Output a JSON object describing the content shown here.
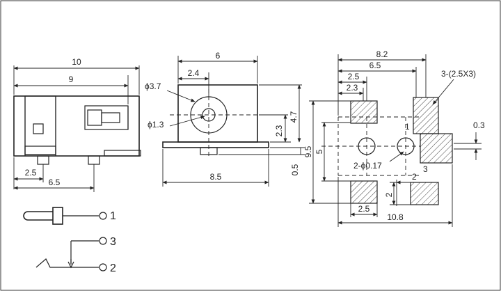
{
  "left_view": {
    "dim_total": "10",
    "dim_body": "9",
    "dim_pin_a": "2.5",
    "dim_pin_b": "6.5"
  },
  "front_view": {
    "dim_width": "6",
    "dim_offset": "2.4",
    "hole_outer": "ϕ3.7",
    "hole_inner": "ϕ1.3",
    "dim_center_h": "2.3",
    "dim_height": "4.7",
    "dim_pin": "0.5",
    "dim_base": "8.5"
  },
  "footprint": {
    "dim_outer_w": "8.2",
    "dim_mid_w": "6.5",
    "dim_pad_a": "2.5",
    "dim_pad_b": "2.3",
    "pads_label": "3-(2.5X3)",
    "pin_1": "1",
    "pin_3": "3",
    "dim_0_3": "0.3",
    "dim_9_5": "9.5",
    "dim_5": "5",
    "holes_label": "2-ϕ0.17",
    "dim_2_h": "2",
    "dim_2_v": "2",
    "dim_bottom_pad": "2.5",
    "dim_total_w": "10.8"
  },
  "schematic": {
    "pin_1": "1",
    "pin_3": "3",
    "pin_2": "2"
  }
}
